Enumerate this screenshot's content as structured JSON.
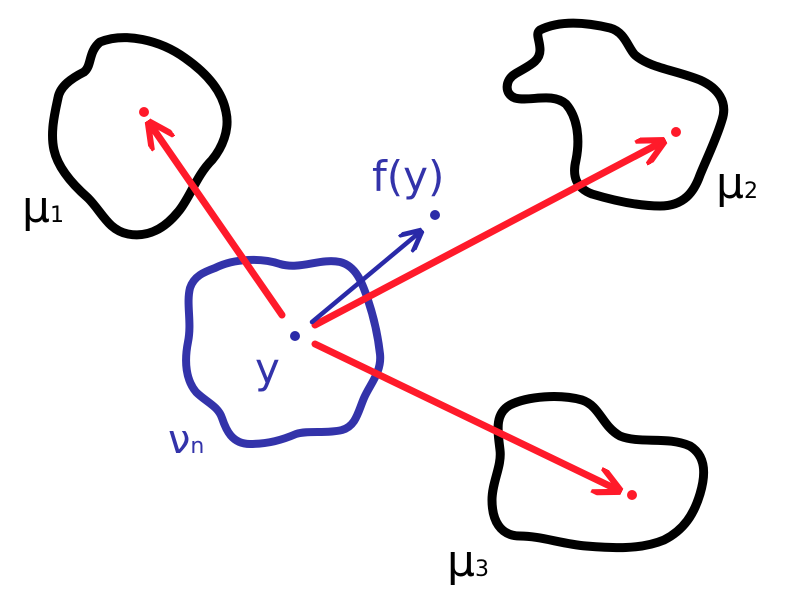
{
  "diagram": {
    "colors": {
      "outline_black": "#000000",
      "outline_blue": "#3333aa",
      "arrow_red": "#ff1a2a",
      "arrow_blue": "#2a2aa8",
      "point_red": "#ff1a2a",
      "point_blue": "#2a2aa8"
    },
    "labels": {
      "mu1": {
        "base": "μ",
        "sub": "1"
      },
      "mu2": {
        "base": "μ",
        "sub": "2"
      },
      "mu3": {
        "base": "μ",
        "sub": "3"
      },
      "y": "y",
      "fy": "f(y)",
      "nu": {
        "base": "ν",
        "sub": "n"
      }
    }
  }
}
